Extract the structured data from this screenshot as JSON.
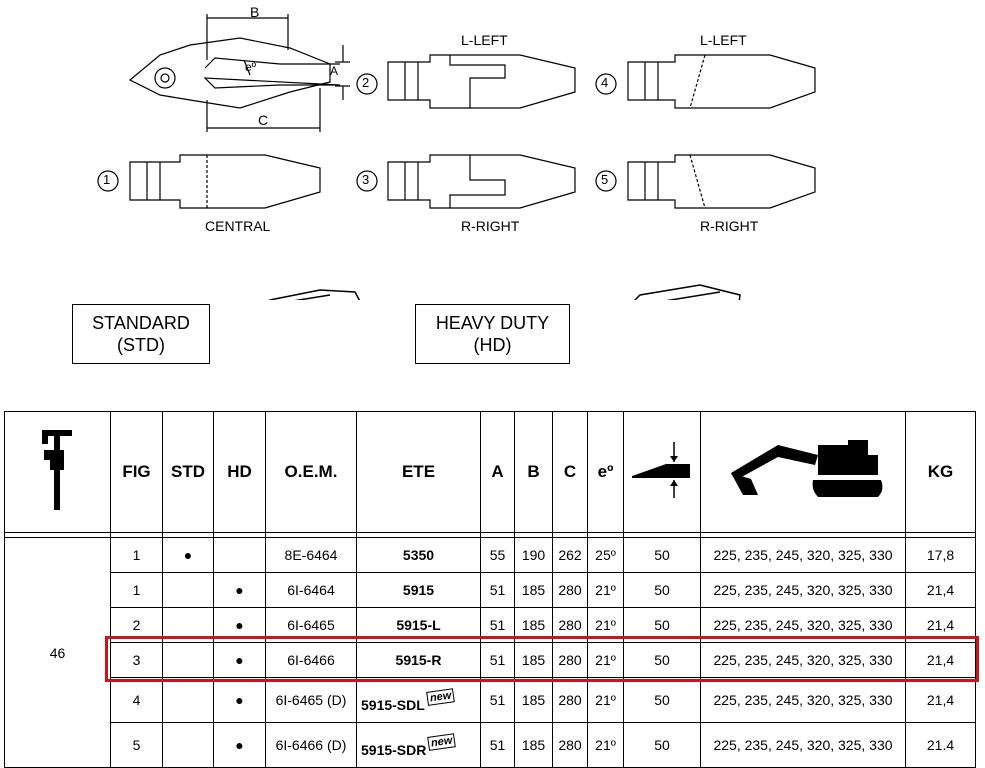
{
  "diagram": {
    "dims": {
      "a": "A",
      "b": "B",
      "c": "C",
      "e": "eº"
    },
    "figures": [
      {
        "num": "1",
        "label": "CENTRAL"
      },
      {
        "num": "2",
        "label": "L-LEFT"
      },
      {
        "num": "3",
        "label": "R-RIGHT"
      },
      {
        "num": "4",
        "label": "L-LEFT"
      },
      {
        "num": "5",
        "label": "R-RIGHT"
      }
    ]
  },
  "types": {
    "standard": {
      "line1": "STANDARD",
      "line2": "(STD)"
    },
    "heavy": {
      "line1": "HEAVY DUTY",
      "line2": "(HD)"
    }
  },
  "table": {
    "headers": {
      "fig": "FIG",
      "std": "STD",
      "hd": "HD",
      "oem": "O.E.M.",
      "ete": "ETE",
      "a": "A",
      "b": "B",
      "c": "C",
      "e": "eº",
      "kg": "KG"
    },
    "group": "46",
    "new_badge": "new",
    "rows": [
      {
        "fig": "1",
        "std": "●",
        "hd": "",
        "oem": "8E-6464",
        "ete": "5350",
        "a": "55",
        "b": "190",
        "c": "262",
        "e": "25º",
        "pin": "50",
        "models": "225, 235, 245, 320, 325, 330",
        "kg": "17,8"
      },
      {
        "fig": "1",
        "std": "",
        "hd": "●",
        "oem": "6I-6464",
        "ete": "5915",
        "a": "51",
        "b": "185",
        "c": "280",
        "e": "21º",
        "pin": "50",
        "models": "225, 235, 245, 320, 325, 330",
        "kg": "21,4"
      },
      {
        "fig": "2",
        "std": "",
        "hd": "●",
        "oem": "6I-6465",
        "ete": "5915-L",
        "a": "51",
        "b": "185",
        "c": "280",
        "e": "21º",
        "pin": "50",
        "models": "225, 235, 245, 320, 325, 330",
        "kg": "21,4"
      },
      {
        "fig": "3",
        "std": "",
        "hd": "●",
        "oem": "6I-6466",
        "ete": "5915-R",
        "a": "51",
        "b": "185",
        "c": "280",
        "e": "21º",
        "pin": "50",
        "models": "225, 235, 245, 320, 325, 330",
        "kg": "21,4"
      },
      {
        "fig": "4",
        "std": "",
        "hd": "●",
        "oem": "6I-6465 (D)",
        "ete": "5915-SDL",
        "a": "51",
        "b": "185",
        "c": "280",
        "e": "21º",
        "pin": "50",
        "models": "225, 235, 245, 320, 325, 330",
        "kg": "21,4"
      },
      {
        "fig": "5",
        "std": "",
        "hd": "●",
        "oem": "6I-6466 (D)",
        "ete": "5915-SDR",
        "a": "51",
        "b": "185",
        "c": "280",
        "e": "21º",
        "pin": "50",
        "models": "225, 235, 245, 320, 325, 330",
        "kg": "21.4"
      }
    ]
  }
}
